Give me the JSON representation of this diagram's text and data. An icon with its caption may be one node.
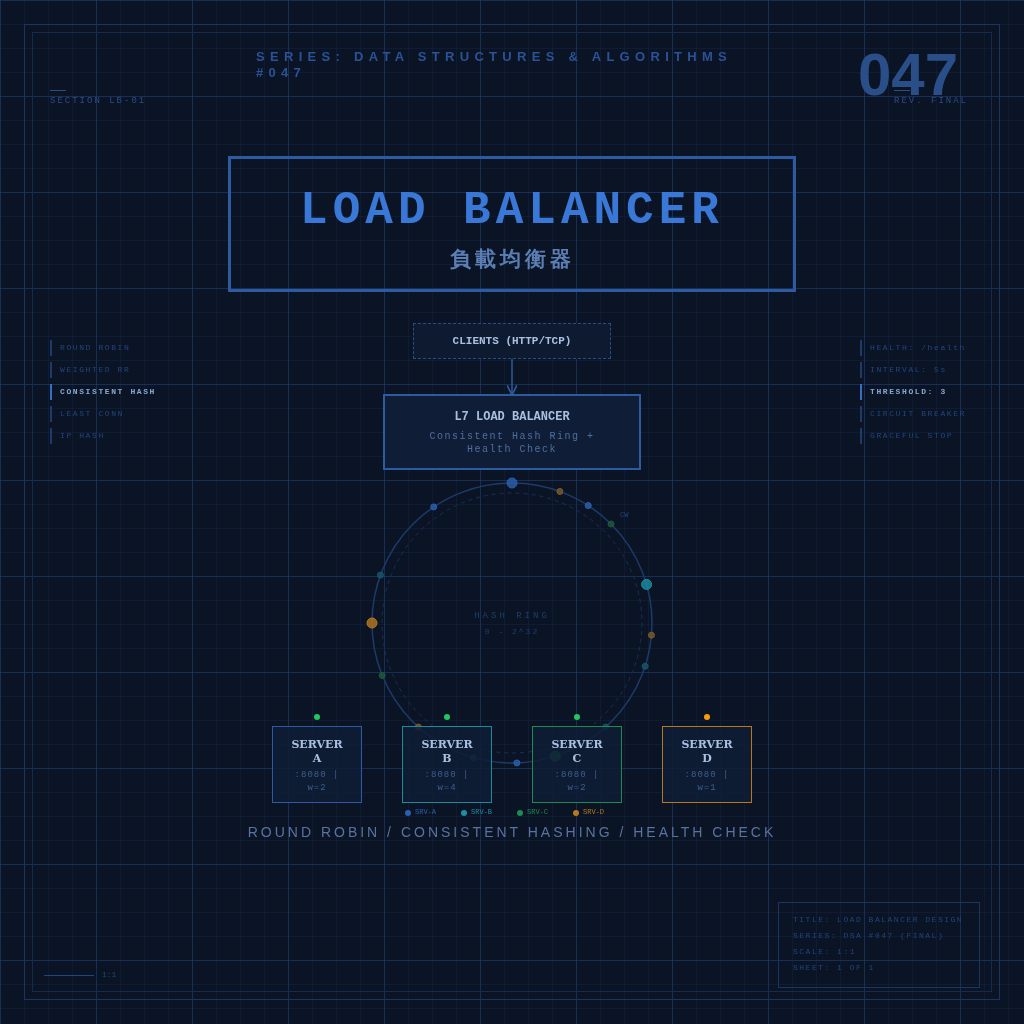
{
  "diagram": {
    "nodes": [
      {
        "text": [
          "LOAD BALANCER",
          "負載均衡器"
        ]
      },
      {
        "text": [
          "CLIENTS (HTTP/TCP)"
        ]
      },
      {
        "text": [
          "L7 LOAD BALANCER",
          "Consistent Hash Ring + Health Check"
        ]
      },
      {
        "text": [
          "HASH RING",
          "0 - 2^32"
        ]
      },
      {
        "text": [
          "SERVER A",
          ":8080 | w=2"
        ]
      },
      {
        "text": [
          "SERVER B",
          ":8080 | w=4"
        ]
      },
      {
        "text": [
          "SERVER C",
          ":8080 | w=2"
        ]
      },
      {
        "text": [
          "SERVER D",
          ":8080 | w=1"
        ]
      },
      {
        "text": [
          "TITLE: LOAD BALANCER DESIGN",
          "SERIES: DSA #047 (FINAL)",
          "SCALE: 1:1",
          "SHEET: 1 OF 1"
        ]
      }
    ],
    "edges": [
      {
        "from": 1,
        "to": 2,
        "arrow": "to"
      }
    ],
    "labels": [
      "SERIES: DATA STRUCTURES & ALGORITHMS #047",
      "047",
      "SECTION LB-01",
      "REV. FINAL",
      "ROUND ROBIN",
      "WEIGHTED RR",
      "CONSISTENT HASH",
      "LEAST CONN",
      "IP HASH",
      "HEALTH: /health",
      "INTERVAL: 5s",
      "THRESHOLD: 3",
      "CIRCUIT BREAKER",
      "GRACEFUL STOP",
      "CW",
      "ROUND ROBIN / CONSISTENT HASHING / HEALTH CHECK",
      "1:1"
    ],
    "legend": [
      {
        "text": "SRV-A",
        "color": "#2d5fb0"
      },
      {
        "text": "SRV-B",
        "color": "#1b8fa3"
      },
      {
        "text": "SRV-C",
        "color": "#1f8a4f"
      },
      {
        "text": "SRV-D",
        "color": "#b8781f"
      }
    ]
  }
}
